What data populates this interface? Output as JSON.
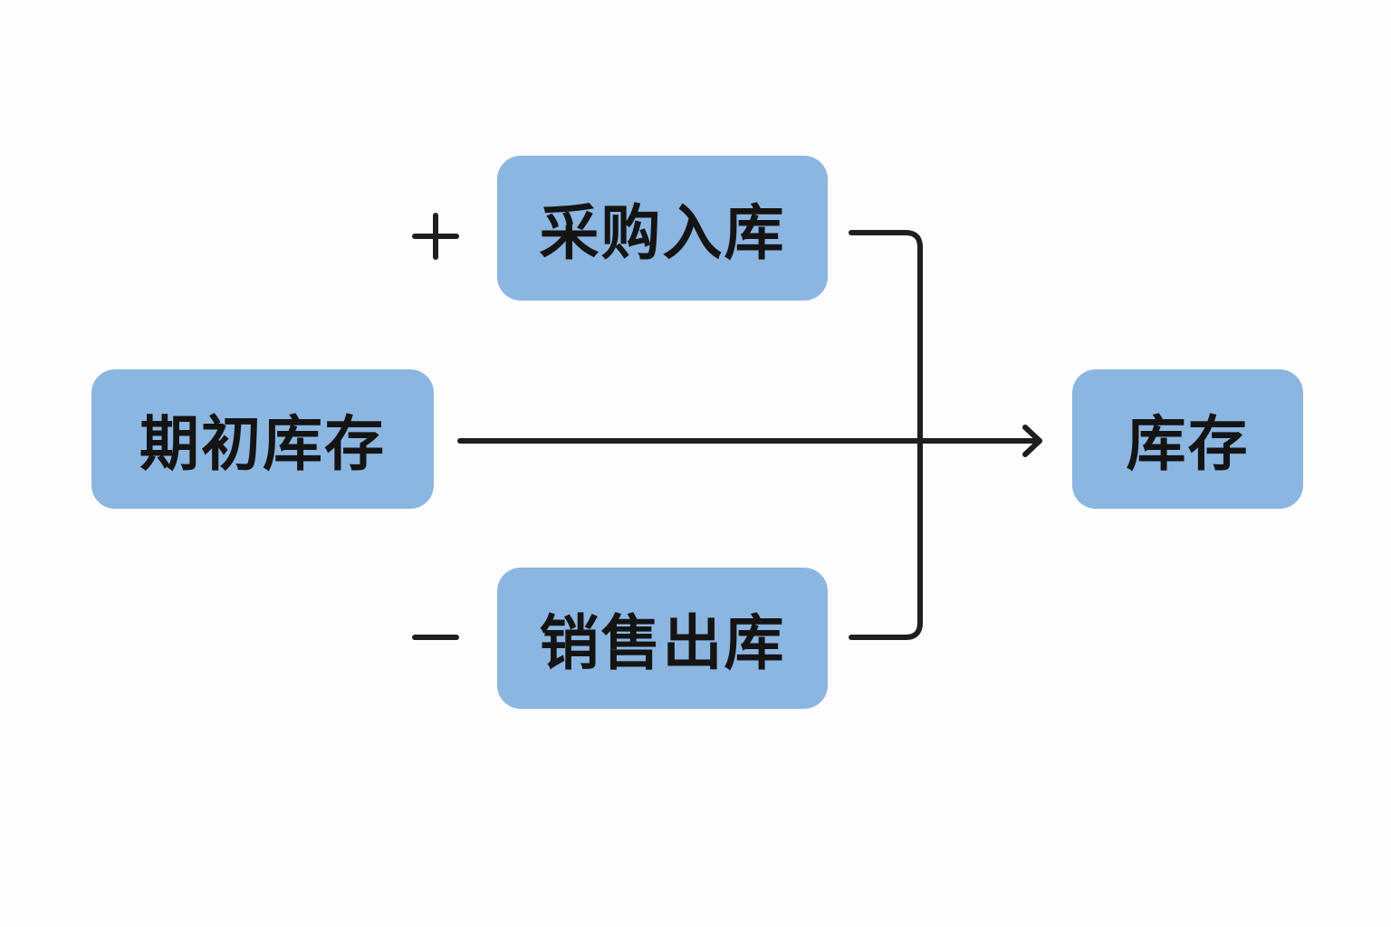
{
  "colors": {
    "box_fill": "#8cb6e2",
    "text": "#141414",
    "line": "#1e1e1e",
    "background": "#fdfdfd"
  },
  "nodes": {
    "purchase": "采购入库",
    "sales": "销售出库",
    "opening": "期初库存",
    "result": "库存"
  },
  "operators": {
    "plus": "plus-icon",
    "minus": "minus-icon"
  },
  "edges": [
    {
      "from": "opening",
      "to": "result"
    },
    {
      "from": "purchase",
      "to": "result"
    },
    {
      "from": "sales",
      "to": "result"
    }
  ]
}
